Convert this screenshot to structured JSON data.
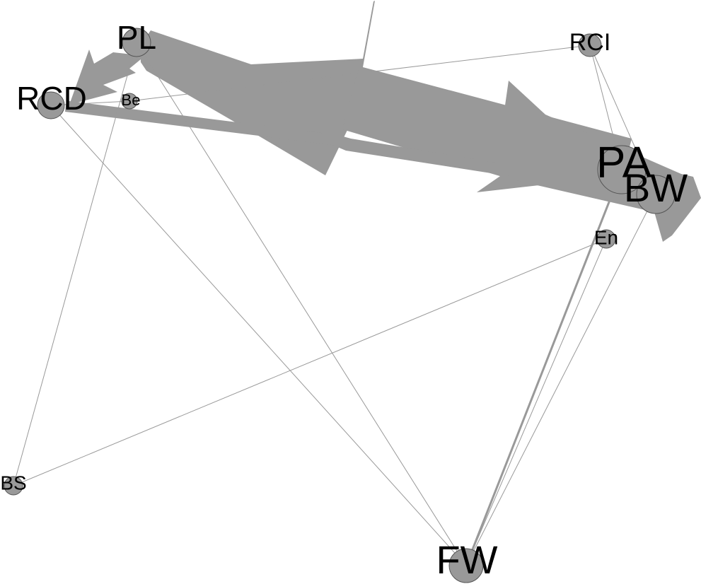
{
  "diagram": {
    "type": "network-graph",
    "colors": {
      "background": "#ffffff",
      "edge": "#999999",
      "node_fill": "#999999",
      "node_stroke": "#555555",
      "label": "#000000"
    },
    "nodes": [
      {
        "id": "PL",
        "label": "PL"
      },
      {
        "id": "RCD",
        "label": "RCD"
      },
      {
        "id": "Be",
        "label": "Be"
      },
      {
        "id": "RCI",
        "label": "RCI"
      },
      {
        "id": "PA",
        "label": "PA"
      },
      {
        "id": "BW",
        "label": "BW"
      },
      {
        "id": "En",
        "label": "En"
      },
      {
        "id": "BS",
        "label": "BS"
      },
      {
        "id": "FW",
        "label": "FW"
      }
    ],
    "edges": [
      {
        "from": "PL",
        "to": "RCD",
        "weight": "medium",
        "directed": true
      },
      {
        "from": "PL",
        "to": "BW",
        "weight": "heavy",
        "directed": true
      },
      {
        "from": "BW",
        "to": "PL",
        "weight": "heavy",
        "directed": true
      },
      {
        "from": "RCD",
        "to": "PA",
        "weight": "medium",
        "directed": true
      },
      {
        "from": "PA",
        "to": "BW",
        "weight": "heavy",
        "directed": true
      },
      {
        "from": "PL",
        "to": "FW",
        "weight": "thin",
        "directed": false
      },
      {
        "from": "PL",
        "to": "BS",
        "weight": "thin",
        "directed": false
      },
      {
        "from": "RCD",
        "to": "FW",
        "weight": "thin",
        "directed": false
      },
      {
        "from": "RCD",
        "to": "Be",
        "weight": "thin",
        "directed": false
      },
      {
        "from": "Be",
        "to": "RCI",
        "weight": "thin",
        "directed": false
      },
      {
        "from": "RCI",
        "to": "BW",
        "weight": "thin",
        "directed": false
      },
      {
        "from": "RCI",
        "to": "PA",
        "weight": "thin",
        "directed": false
      },
      {
        "from": "En",
        "to": "BS",
        "weight": "thin",
        "directed": false
      },
      {
        "from": "FW",
        "to": "BW",
        "weight": "thin",
        "directed": false
      },
      {
        "from": "FW",
        "to": "PA",
        "weight": "thin",
        "directed": false
      },
      {
        "from": "FW",
        "to": "En",
        "weight": "thin",
        "directed": false
      }
    ]
  }
}
